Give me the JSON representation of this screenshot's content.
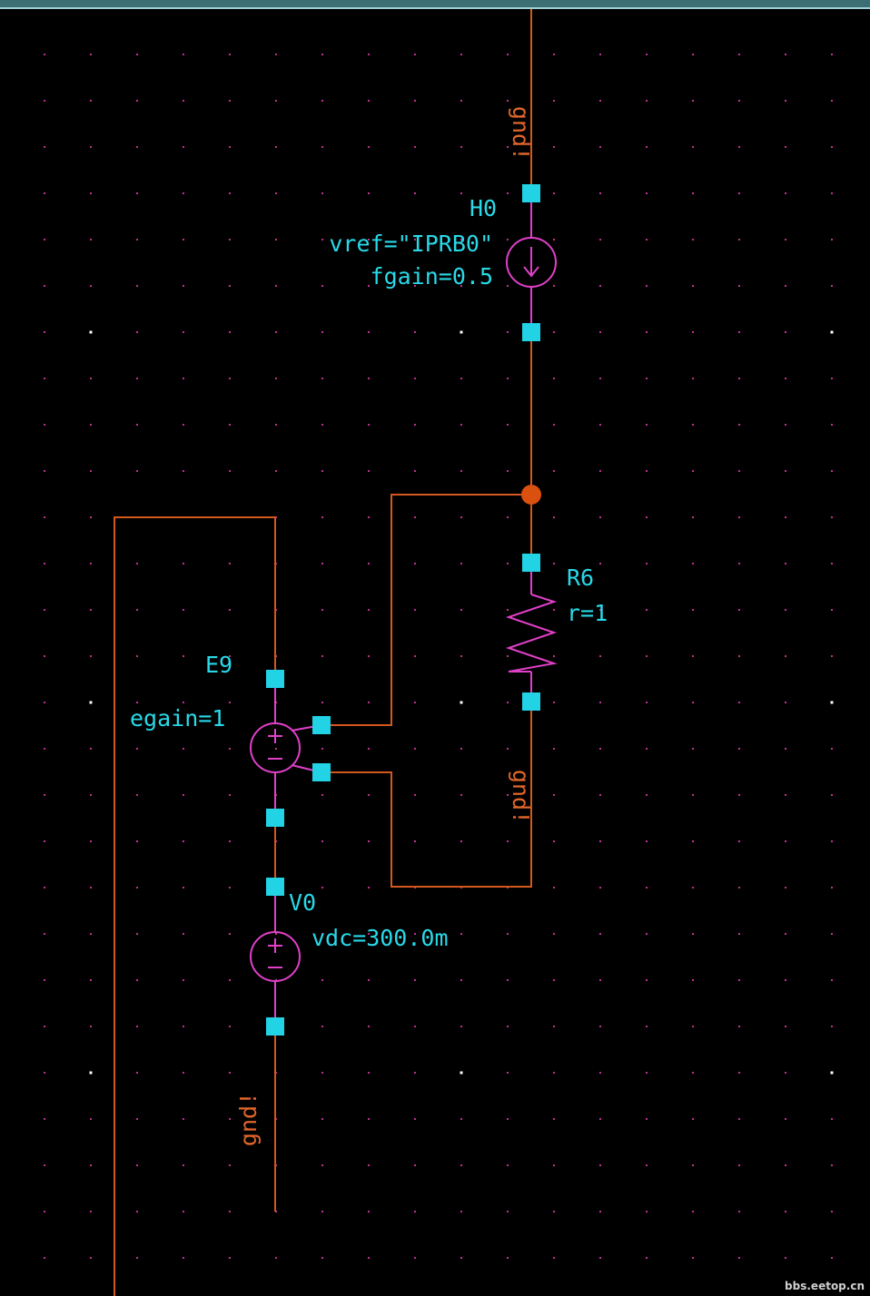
{
  "colors": {
    "background": "#000000",
    "wire": "#d3581e",
    "component": "#e040c8",
    "pin": "#22d3e6",
    "component_label": "#29d9e8",
    "net_label": "#e0652a",
    "grid_dot": "#c0308c",
    "grid_major": "#ffffff",
    "junction": "#d9500f",
    "top_bar": "#3b6f75"
  },
  "components": {
    "h0": {
      "name": "H0",
      "param1": "vref=\"IPRB0\"",
      "param2": "fgain=0.5",
      "icon": "current-source-icon"
    },
    "r6": {
      "name": "R6",
      "param1": "r=1",
      "icon": "resistor-icon"
    },
    "e9": {
      "name": "E9",
      "param1": "egain=1",
      "icon": "vcvs-source-icon"
    },
    "v0": {
      "name": "V0",
      "param1": "vdc=300.0m",
      "icon": "dc-voltage-source-icon"
    }
  },
  "net_labels": {
    "top": "gnd!",
    "middle": "gnd!",
    "bottom": "gnd!"
  },
  "watermark": "bbs.eetop.cn"
}
